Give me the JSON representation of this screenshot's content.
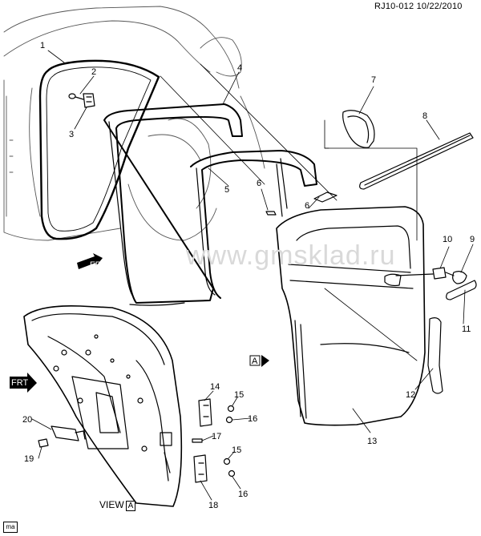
{
  "header": {
    "ref": "RJ10-012",
    "date": "10/22/2010"
  },
  "watermark": "www.gmsklad.ru",
  "view_label": {
    "text": "VIEW",
    "ref": "A"
  },
  "view_marker": "A",
  "frt": "FRT",
  "corner_tag": "ma",
  "callouts": [
    "1",
    "2",
    "3",
    "4",
    "5",
    "6",
    "6",
    "7",
    "8",
    "9",
    "10",
    "11",
    "12",
    "13",
    "14",
    "15",
    "15",
    "16",
    "16",
    "17",
    "18",
    "19",
    "20"
  ]
}
